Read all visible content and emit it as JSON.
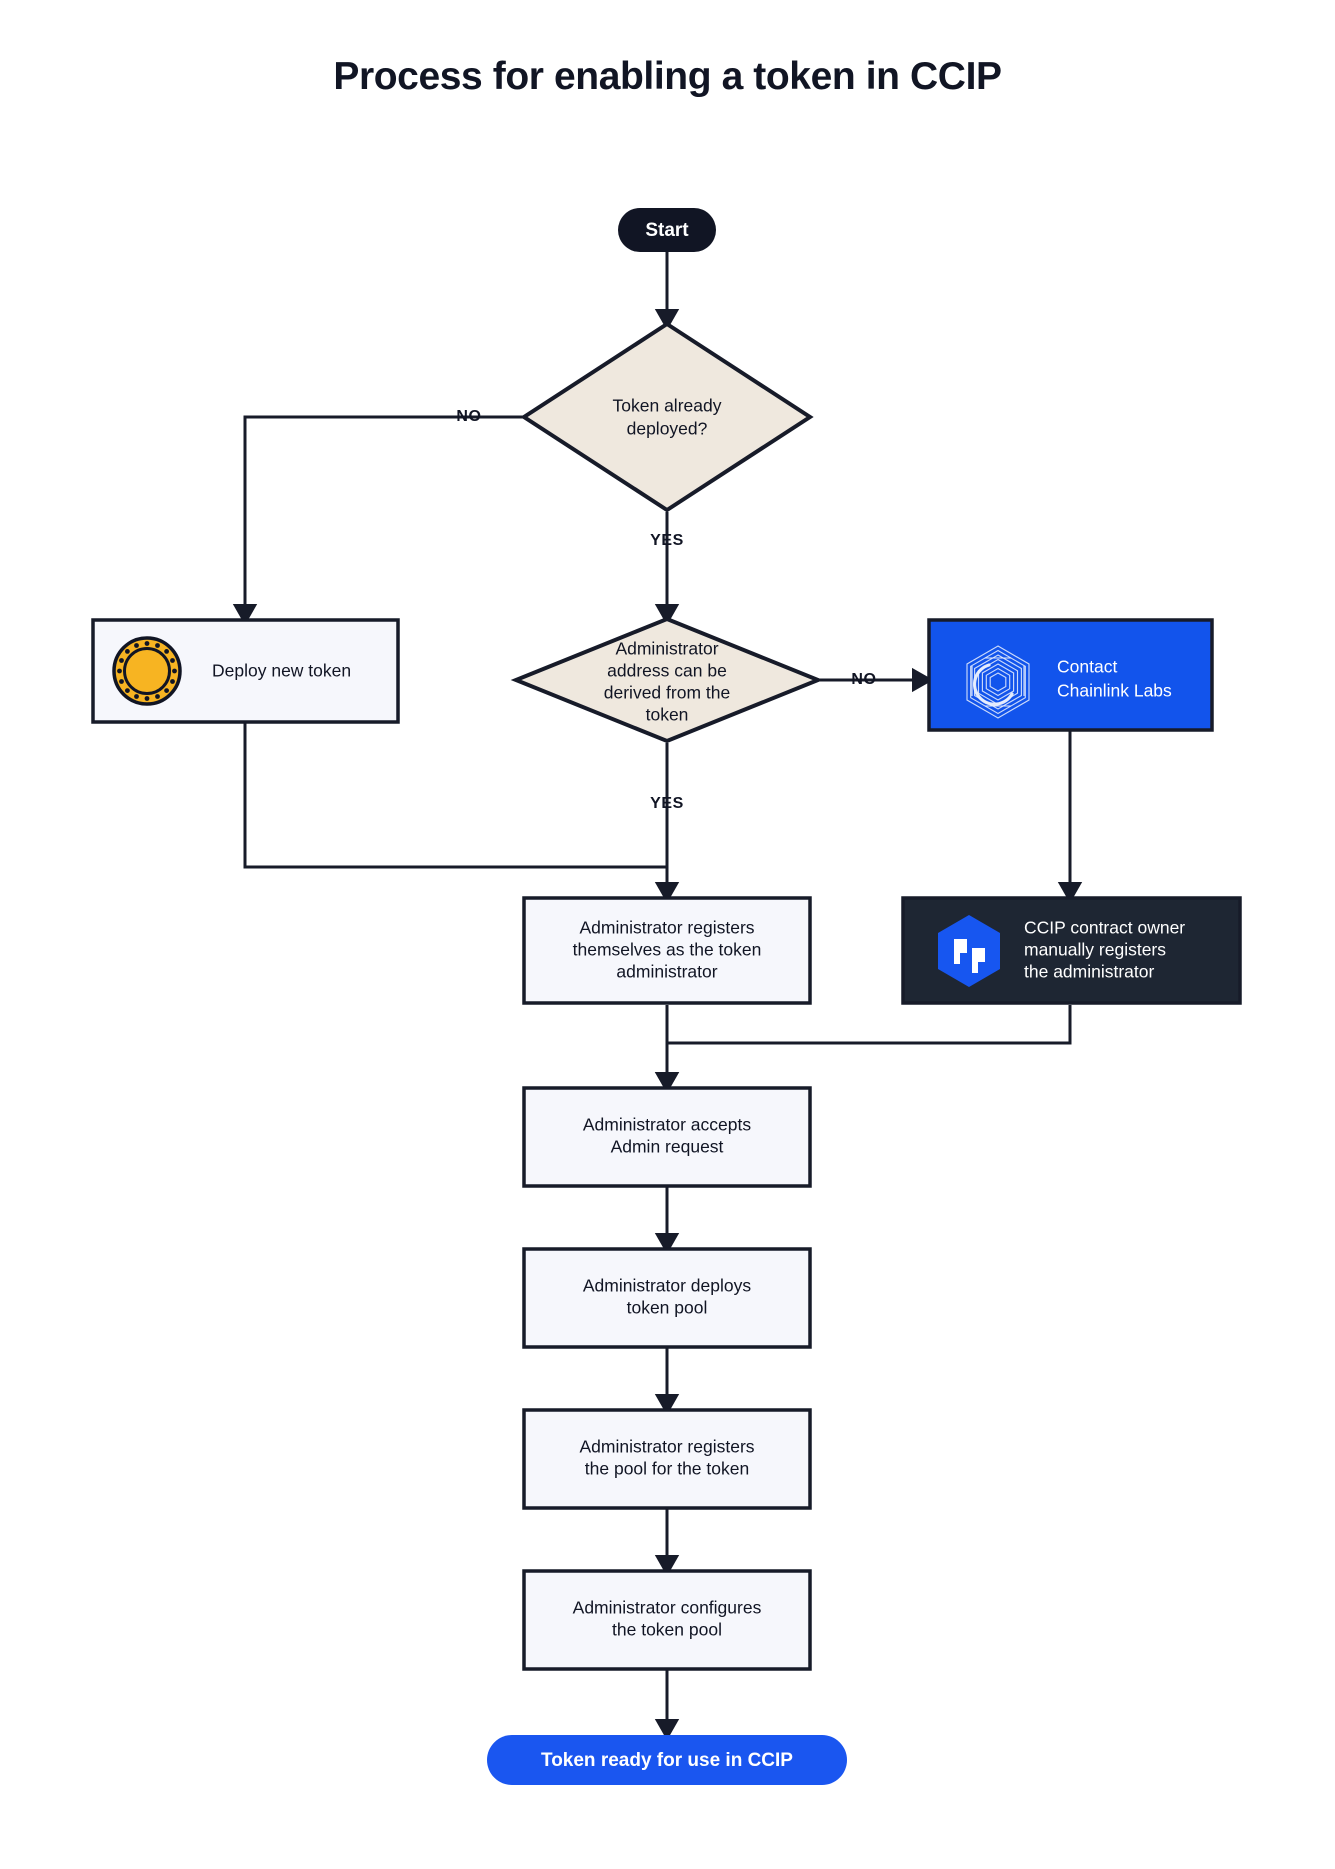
{
  "title": "Process for enabling a token in CCIP",
  "colors": {
    "background": "#FFFFFF",
    "ink": "#111524",
    "edge": "#171B29",
    "process_fill": "#F6F7FC",
    "decision_fill": "#EFE8DE",
    "chainlink_blue": "#1254EC",
    "cta_blue": "#1A56F0",
    "dark_card": "#1E2633",
    "coin_gold": "#F7B422"
  },
  "nodes": {
    "start": {
      "label": "Start",
      "type": "terminator"
    },
    "decision_deployed": {
      "label_lines": [
        "Token already",
        "deployed?"
      ],
      "type": "decision"
    },
    "deploy_new_token": {
      "label": "Deploy new token",
      "type": "process",
      "icon": "gold-coin-icon"
    },
    "decision_admin_derived": {
      "label_lines": [
        "Administrator",
        "address can be",
        "derived from the",
        "token"
      ],
      "type": "decision"
    },
    "contact_chainlink": {
      "label_lines": [
        "Contact",
        "Chainlink Labs"
      ],
      "type": "process-blue",
      "icon": "chainlink-logo-icon"
    },
    "admin_registers_self": {
      "label_lines": [
        "Administrator registers",
        "themselves as the token",
        "administrator"
      ],
      "type": "process"
    },
    "ccip_owner_registers": {
      "label_lines": [
        "CCIP contract owner",
        "manually registers",
        "the administrator"
      ],
      "type": "process-dark",
      "icon": "ccip-logo-icon"
    },
    "admin_accepts": {
      "label_lines": [
        "Administrator accepts",
        "Admin request"
      ],
      "type": "process"
    },
    "admin_deploys_pool": {
      "label_lines": [
        "Administrator deploys",
        "token pool"
      ],
      "type": "process"
    },
    "admin_registers_pool": {
      "label_lines": [
        "Administrator registers",
        "the pool for the token"
      ],
      "type": "process"
    },
    "admin_configures_pool": {
      "label_lines": [
        "Administrator configures",
        "the token pool"
      ],
      "type": "process"
    },
    "end": {
      "label": "Token ready for use in CCIP",
      "type": "terminator"
    }
  },
  "branch_labels": {
    "deployed_no": "NO",
    "deployed_yes": "YES",
    "admin_no": "NO",
    "admin_yes": "YES"
  }
}
